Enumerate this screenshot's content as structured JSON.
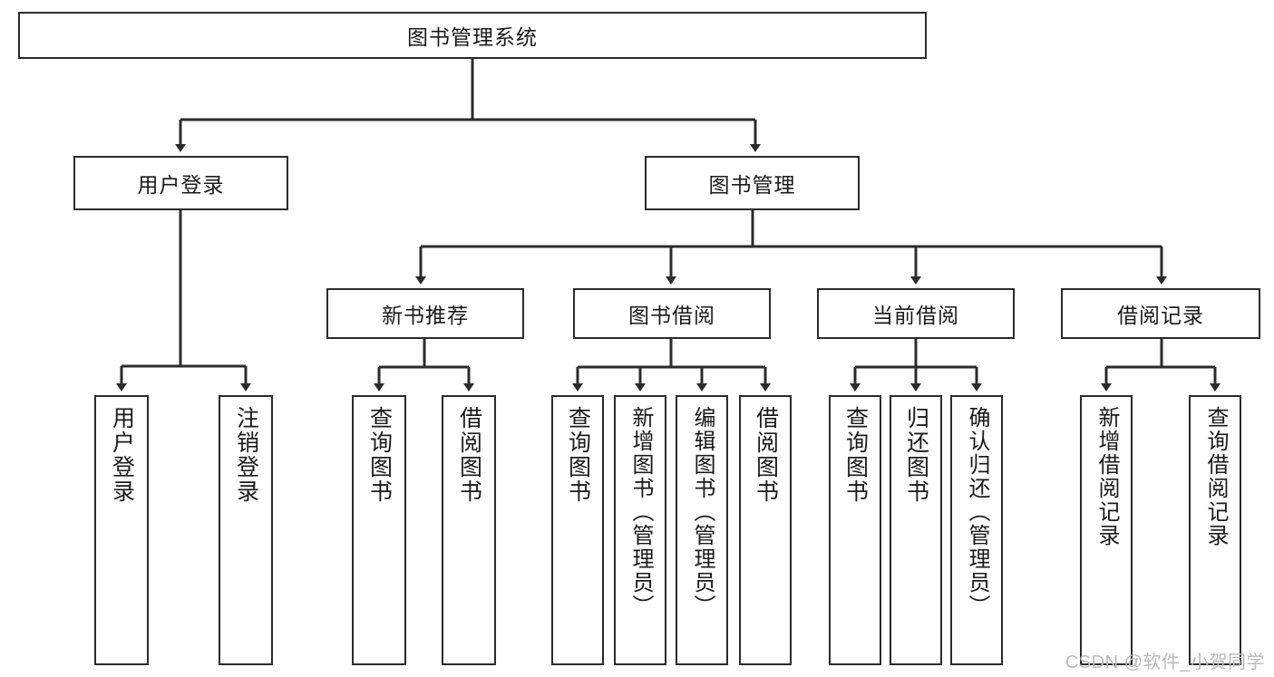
{
  "diagram": {
    "title": "图书管理系统",
    "type": "tree",
    "watermark": "CSDN @软件_小贺同学",
    "colors": {
      "border": "#2b2b2b",
      "background": "#ffffff",
      "text": "#1a1a1a",
      "edge": "#2b2b2b",
      "watermark": "#b9b9b9"
    },
    "root": {
      "label": "图书管理系统"
    },
    "level1": [
      {
        "label": "用户登录"
      },
      {
        "label": "图书管理"
      }
    ],
    "level2": [
      {
        "label": "新书推荐"
      },
      {
        "label": "图书借阅"
      },
      {
        "label": "当前借阅"
      },
      {
        "label": "借阅记录"
      }
    ],
    "leaves": {
      "user_login": [
        {
          "label": "用户登录"
        },
        {
          "label": "注销登录"
        }
      ],
      "new_book_recommend": [
        {
          "label": "查询图书"
        },
        {
          "label": "借阅图书"
        }
      ],
      "book_borrow": [
        {
          "label": "查询图书"
        },
        {
          "label": "新增图书（管理员）"
        },
        {
          "label": "编辑图书（管理员）"
        },
        {
          "label": "借阅图书"
        }
      ],
      "current_borrow": [
        {
          "label": "查询图书"
        },
        {
          "label": "归还图书"
        },
        {
          "label": "确认归还（管理员）"
        }
      ],
      "borrow_record": [
        {
          "label": "新增借阅记录"
        },
        {
          "label": "查询借阅记录"
        }
      ]
    }
  }
}
